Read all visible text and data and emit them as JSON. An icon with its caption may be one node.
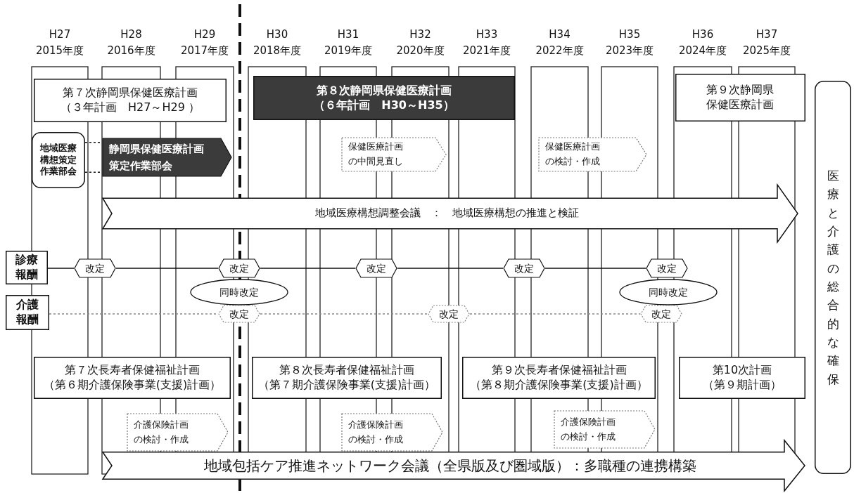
{
  "diagram": {
    "nodes": [
      {
        "text": [
          "第７次静岡県保健医療計画",
          "（３年計画　H27～H29 ）"
        ]
      },
      {
        "text": [
          "第８次静岡県保健医療計画",
          "（６年計画　H30～H35）"
        ]
      },
      {
        "text": [
          "第９次静岡県保健医療計画"
        ]
      },
      {
        "text": [
          "医療と介護の総合的な確保"
        ]
      },
      {
        "text": [
          "地域医療構想策定作業部会"
        ]
      },
      {
        "text": [
          "静岡県保健医療計画策定作業部会"
        ]
      },
      {
        "text": [
          "保健医療計画の中間見直し"
        ]
      },
      {
        "text": [
          "保健医療計画の検討・作成"
        ]
      },
      {
        "text": [
          "地域医療構想調整会議　：　地域医療構想の推進と検証"
        ]
      },
      {
        "text": [
          "診療報酬"
        ]
      },
      {
        "text": [
          "介護報酬"
        ]
      },
      {
        "text": [
          "改定"
        ]
      },
      {
        "text": [
          "改定"
        ]
      },
      {
        "text": [
          "改定"
        ]
      },
      {
        "text": [
          "改定"
        ]
      },
      {
        "text": [
          "改定"
        ]
      },
      {
        "text": [
          "同時改定"
        ]
      },
      {
        "text": [
          "同時改定"
        ]
      },
      {
        "text": [
          "改定"
        ]
      },
      {
        "text": [
          "改定"
        ]
      },
      {
        "text": [
          "改定"
        ]
      },
      {
        "text": [
          "第７次長寿者保健福祉計画",
          "（第６期介護保険事業(支援)計画）"
        ]
      },
      {
        "text": [
          "第８次長寿者保健福祉計画",
          "（第７期介護保険事業(支援)計画）"
        ]
      },
      {
        "text": [
          "第９次長寿者保健福祉計画",
          "（第８期介護保険事業(支援)計画）"
        ]
      },
      {
        "text": [
          "第10次計画",
          "（第９期計画）"
        ]
      },
      {
        "text": [
          "介護保険計画の検討・作成"
        ]
      },
      {
        "text": [
          "介護保険計画の検討・作成"
        ]
      },
      {
        "text": [
          "介護保険計画の検討・作成"
        ]
      },
      {
        "text": [
          "地域包括ケア推進ネットワーク会議（全県版及び圏域版）：多職種の連携構築"
        ]
      }
    ],
    "edges": [
      {
        "from": 4,
        "to": 5,
        "arrow": "none",
        "style": "dashed"
      },
      {
        "from": 9,
        "to": 11,
        "arrow": "none"
      },
      {
        "from": 11,
        "to": 12,
        "arrow": "none"
      },
      {
        "from": 12,
        "to": 13,
        "arrow": "none"
      },
      {
        "from": 13,
        "to": 14,
        "arrow": "none"
      },
      {
        "from": 14,
        "to": 15,
        "arrow": "none"
      },
      {
        "from": 10,
        "to": 18,
        "arrow": "none",
        "style": "dashed",
        "color": "#888888"
      },
      {
        "from": 18,
        "to": 19,
        "arrow": "none",
        "style": "dashed",
        "color": "#888888"
      },
      {
        "from": 19,
        "to": 20,
        "arrow": "none",
        "style": "dashed",
        "color": "#888888"
      }
    ],
    "labels": [
      "H27",
      "2015年度",
      "H28",
      "2016年度",
      "H29",
      "2017年度",
      "H30",
      "2018年度",
      "H31",
      "2019年度",
      "H32",
      "2020年度",
      "H33",
      "2021年度",
      "H34",
      "2022年度",
      "H35",
      "2023年度",
      "H36",
      "2024年度",
      "H37",
      "2025年度"
    ]
  }
}
